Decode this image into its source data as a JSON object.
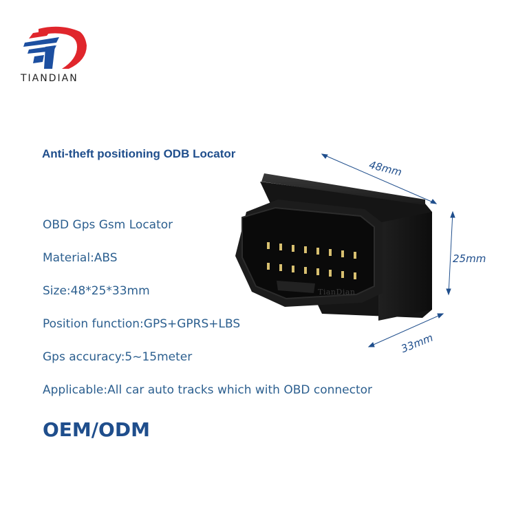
{
  "logo": {
    "wordmark": "TIANDIAN",
    "colors": {
      "red": "#e0262c",
      "blue": "#1c4fa0"
    }
  },
  "headline": "Anti-theft positioning ODB Locator",
  "specs": [
    "OBD Gps Gsm Locator",
    "Material:ABS",
    "Size:48*25*33mm",
    "Position function:GPS+GPRS+LBS",
    "Gps accuracy:5~15meter",
    "Applicable:All car auto tracks which with OBD connector"
  ],
  "brand_line": "OEM/ODM",
  "dimensions": {
    "length": "48mm",
    "height": "25mm",
    "depth": "33mm",
    "color": "#1f4e8c"
  },
  "watermark": "TianDian"
}
